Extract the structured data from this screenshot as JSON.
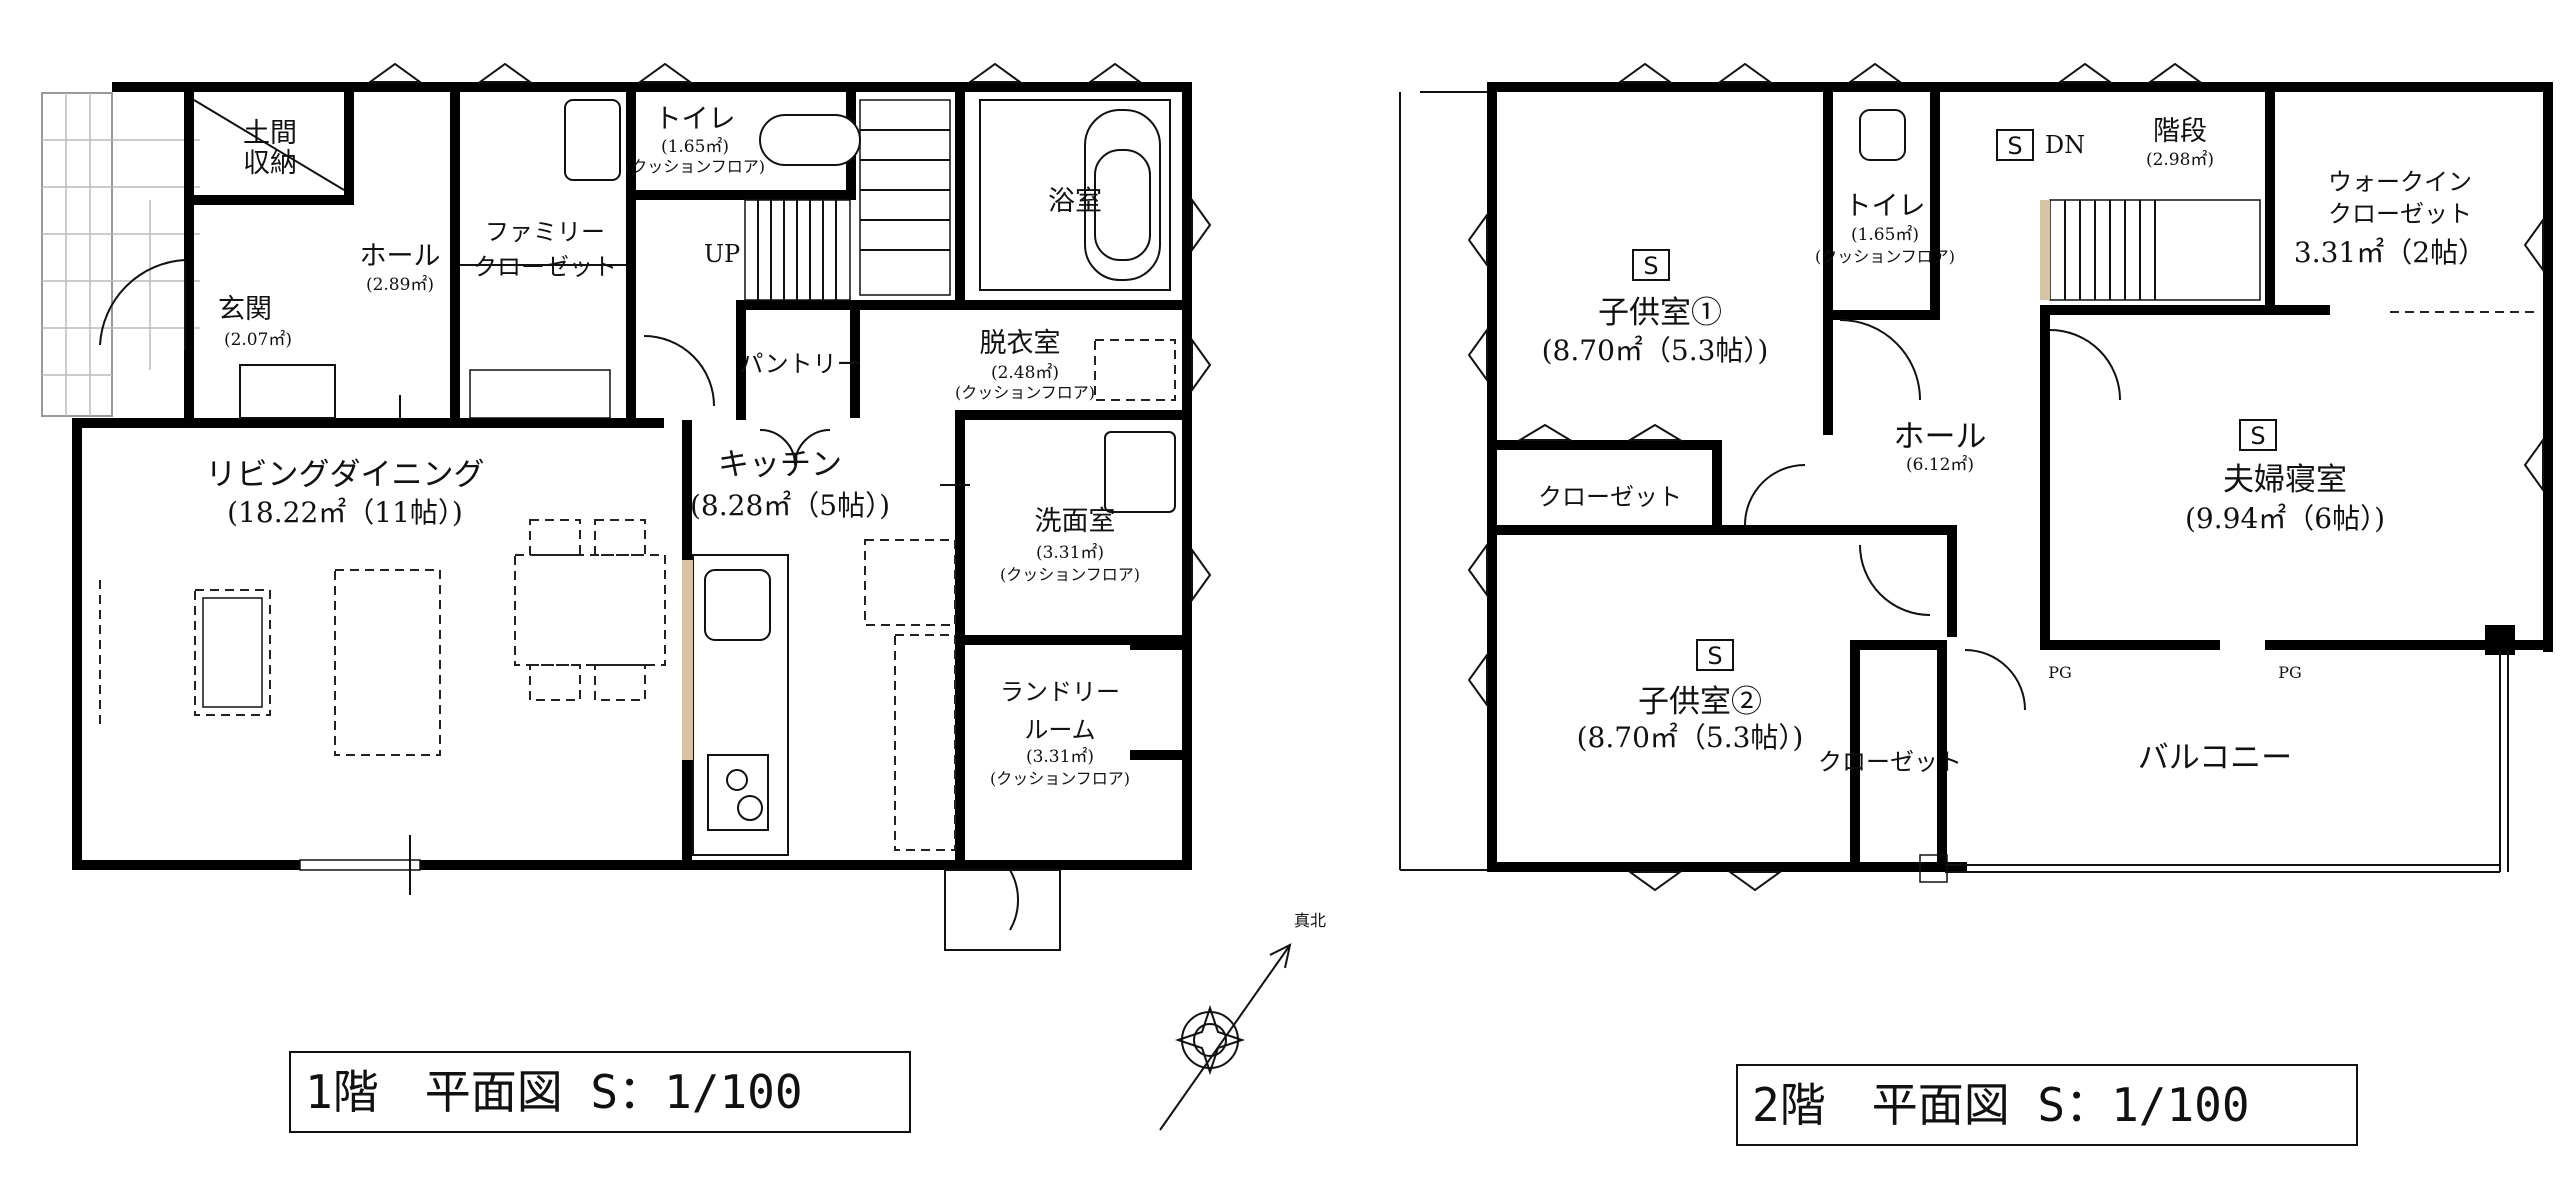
{
  "floor1": {
    "title": "1階　平面図 S：1/100",
    "rooms": {
      "doma": {
        "name1": "土間",
        "name2": "収納"
      },
      "genkan": {
        "name": "玄関",
        "area": "(2.07㎡)"
      },
      "hall": {
        "name": "ホール",
        "area": "(2.89㎡)"
      },
      "family_closet": {
        "name1": "ファミリー",
        "name2": "クローゼット"
      },
      "toilet": {
        "name": "トイレ",
        "area": "(1.65㎡)",
        "note": "(クッションフロア)"
      },
      "up": "UP",
      "bath": {
        "name": "浴室"
      },
      "pantry": {
        "name": "パントリー"
      },
      "dressing": {
        "name": "脱衣室",
        "area": "(2.48㎡)",
        "note": "(クッションフロア)"
      },
      "living": {
        "name": "リビングダイニング",
        "area": "(18.22㎡（11帖）)"
      },
      "kitchen": {
        "name": "キッチン",
        "area": "(8.28㎡（5帖）)"
      },
      "washroom": {
        "name": "洗面室",
        "area": "(3.31㎡)",
        "note": "(クッションフロア)"
      },
      "laundry": {
        "name1": "ランドリー",
        "name2": "ルーム",
        "area": "(3.31㎡)",
        "note": "(クッションフロア)"
      }
    }
  },
  "floor2": {
    "title": "2階　平面図 S：1/100",
    "rooms": {
      "child1": {
        "name": "子供室①",
        "area": "(8.70㎡（5.3帖）)",
        "mark": "S"
      },
      "toilet": {
        "name": "トイレ",
        "area": "(1.65㎡)",
        "note": "(クッションフロア)"
      },
      "stairs": {
        "name": "階段",
        "area": "(2.98㎡)",
        "dn": "DN",
        "mark": "S"
      },
      "wic": {
        "name1": "ウォークイン",
        "name2": "クローゼット",
        "area": "3.31㎡（2帖）"
      },
      "closet": {
        "name": "クローゼット"
      },
      "hall": {
        "name": "ホール",
        "area": "(6.12㎡)"
      },
      "master": {
        "name": "夫婦寝室",
        "area": "(9.94㎡（6帖）)",
        "mark": "S"
      },
      "child2": {
        "name": "子供室②",
        "area": "(8.70㎡（5.3帖）)",
        "mark": "S"
      },
      "closet2": {
        "name": "クローゼット"
      },
      "balcony": {
        "name": "バルコニー"
      },
      "pg1": "PG",
      "pg2": "PG"
    }
  },
  "compass": {
    "label": "真北"
  }
}
